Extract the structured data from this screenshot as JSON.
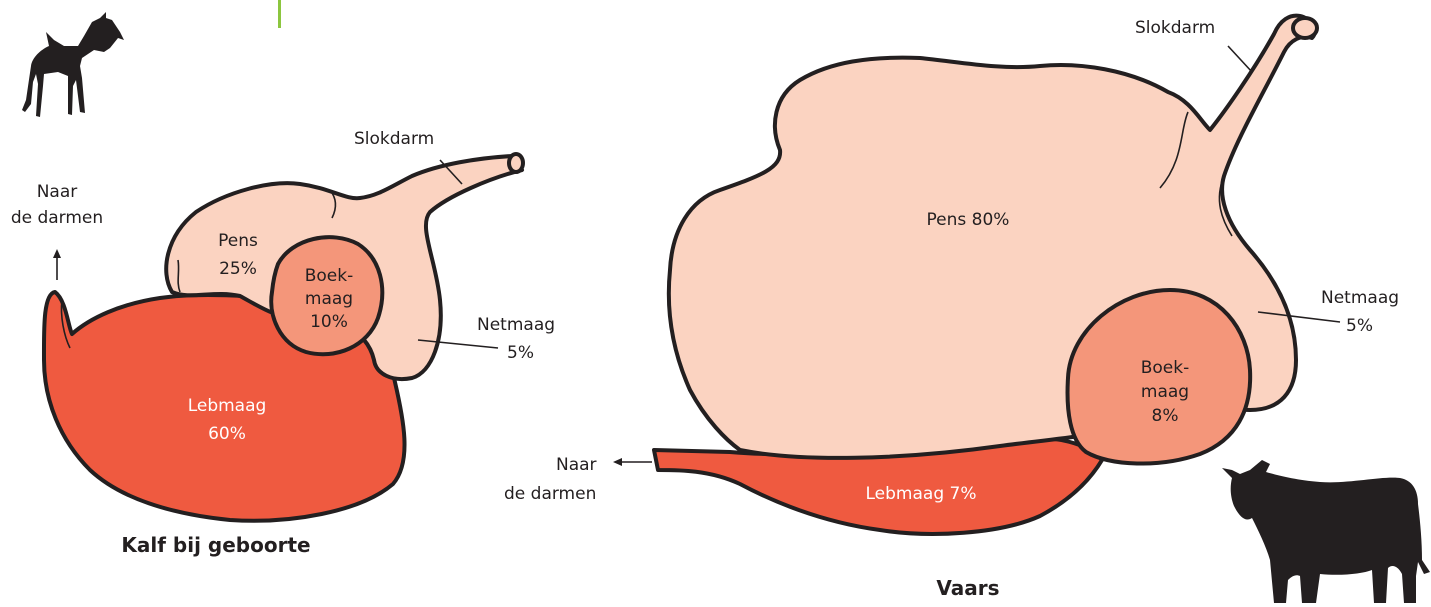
{
  "colors": {
    "pens": "#fbd3c1",
    "boekmaag": "#f4967a",
    "lebmaag": "#ef5a40",
    "outline": "#231f20",
    "accent_line": "#8cc63f"
  },
  "calf": {
    "caption": "Kalf bij geboorte",
    "silhouette": "calf-silhouette-icon",
    "labels": {
      "slokdarm": "Slokdarm",
      "naar_line1": "Naar",
      "naar_line2": "de darmen",
      "pens_name": "Pens",
      "pens_pct": "25%",
      "boek_line1": "Boek-",
      "boek_line2": "maag",
      "boek_pct": "10%",
      "netmaag_name": "Netmaag",
      "netmaag_pct": "5%",
      "lebmaag_name": "Lebmaag",
      "lebmaag_pct": "60%"
    }
  },
  "heifer": {
    "caption": "Vaars",
    "silhouette": "cow-silhouette-icon",
    "labels": {
      "slokdarm": "Slokdarm",
      "pens": "Pens 80%",
      "netmaag_name": "Netmaag",
      "netmaag_pct": "5%",
      "boek_line1": "Boek-",
      "boek_line2": "maag",
      "boek_pct": "8%",
      "naar_line1": "Naar",
      "naar_line2": "de darmen",
      "lebmaag": "Lebmaag 7%"
    }
  }
}
